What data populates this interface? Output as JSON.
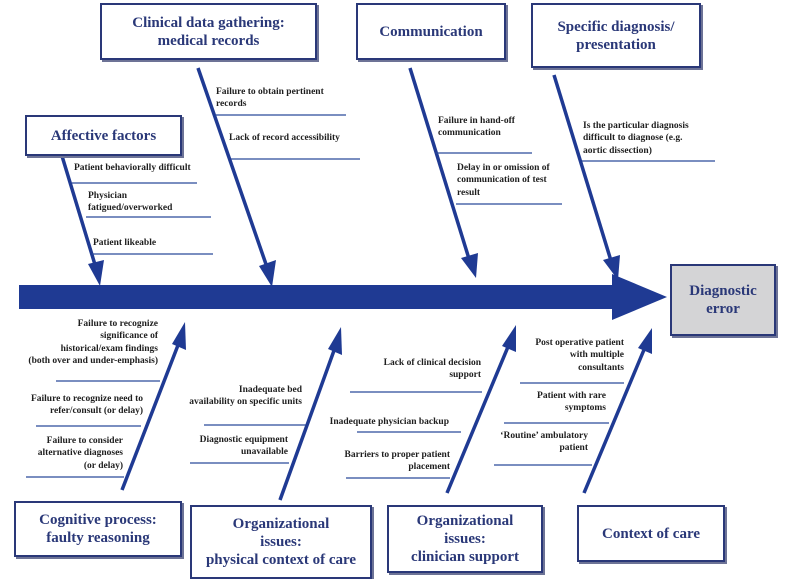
{
  "effect": {
    "label": "Diagnostic\nerror"
  },
  "top_categories": [
    {
      "label": "Affective factors",
      "causes": [
        "Patient behaviorally difficult",
        "Physician\nfatigued/overworked",
        "Patient likeable"
      ]
    },
    {
      "label": "Clinical data gathering:\nmedical records",
      "causes": [
        "Failure to obtain pertinent\nrecords",
        "Lack of record accessibility"
      ]
    },
    {
      "label": "Communication",
      "causes": [
        "Failure in hand-off\ncommunication",
        "Delay in or omission of\ncommunication of test\nresult"
      ]
    },
    {
      "label": "Specific diagnosis/\npresentation",
      "causes": [
        "Is the particular diagnosis\ndifficult to diagnose (e.g.\naortic dissection)"
      ]
    }
  ],
  "bottom_categories": [
    {
      "label": "Cognitive process:\nfaulty reasoning",
      "causes": [
        "Failure to recognize\nsignificance of\nhistorical/exam findings\n(both over and under-emphasis)",
        "Failure to recognize need to\nrefer/consult (or delay)",
        "Failure to consider\nalternative diagnoses\n(or delay)"
      ]
    },
    {
      "label": "Organizational\nissues:\nphysical context of care",
      "causes": [
        "Inadequate bed\navailability on specific units",
        "Diagnostic equipment\nunavailable"
      ]
    },
    {
      "label": "Organizational\nissues:\nclinician support",
      "causes": [
        "Lack of clinical decision\nsupport",
        "Inadequate physician backup",
        "Barriers to proper patient\nplacement"
      ]
    },
    {
      "label": "Context of care",
      "causes": [
        "Post operative patient\nwith multiple\nconsultants",
        "Patient with rare\nsymptoms",
        "‘Routine’ ambulatory\npatient"
      ]
    }
  ],
  "colors": {
    "spine": "#1f3a93",
    "box_border": "#2a3878",
    "effect_fill": "#d4d4d6",
    "cause_line": "#2b4a9a"
  }
}
